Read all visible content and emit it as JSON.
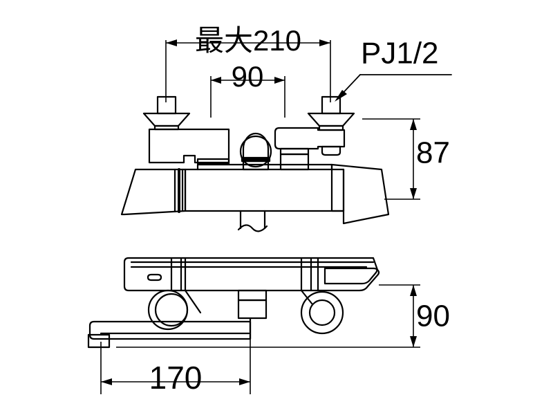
{
  "drawing": {
    "title": "Thermostatic bath shower mixer dimension drawing",
    "line_color": "#000000",
    "background_color": "#ffffff",
    "views": [
      {
        "name": "front-elevation-view",
        "position": "upper"
      },
      {
        "name": "top-plan-view",
        "position": "lower"
      }
    ]
  },
  "dimensions": {
    "max_center_distance": {
      "label": "最大210",
      "value": "210",
      "prefix": "最大",
      "orientation": "horizontal",
      "arrow_style": "outward",
      "position": "top"
    },
    "inlet_spacing": {
      "label": "90",
      "value": "90",
      "orientation": "horizontal",
      "arrow_style": "outward",
      "position": "top-inner"
    },
    "body_height": {
      "label": "87",
      "value": "87",
      "orientation": "vertical",
      "arrow_style": "inward",
      "position": "right-upper"
    },
    "spout_height": {
      "label": "90",
      "value": "90",
      "orientation": "vertical",
      "arrow_style": "inward",
      "position": "right-lower"
    },
    "spout_reach": {
      "label": "170",
      "value": "170",
      "orientation": "horizontal",
      "arrow_style": "inward",
      "position": "bottom"
    }
  },
  "callouts": {
    "thread_spec": {
      "label": "PJ1/2",
      "target": "eccentric-union-inlet",
      "leader": "arrow pointing down-left"
    }
  }
}
